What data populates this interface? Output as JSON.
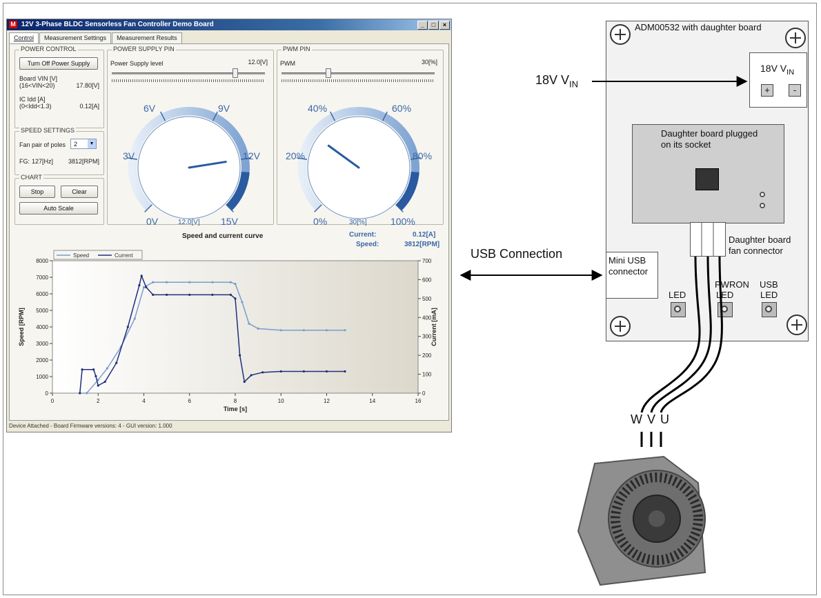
{
  "window": {
    "title": "12V 3-Phase BLDC Sensorless Fan Controller Demo Board",
    "tabs": [
      {
        "label": "Control",
        "active": true
      },
      {
        "label": "Measurement Settings",
        "active": false
      },
      {
        "label": "Measurement Results",
        "active": false
      }
    ],
    "status": "Device Attached - Board Firmware versions: 4 - GUI version: 1.000"
  },
  "power_control": {
    "legend": "POWER CONTROL",
    "button": "Turn Off Power Supply",
    "board_vin_label": "Board VIN [V]",
    "board_vin_range": "(16<VIN<20)",
    "board_vin_value": "17.80[V]",
    "ic_idd_label": "IC Idd [A]",
    "ic_idd_range": "(0<Idd<1.3)",
    "ic_idd_value": "0.12[A]"
  },
  "speed_settings": {
    "legend": "SPEED SETTINGS",
    "poles_label": "Fan pair of poles",
    "poles_value": "2",
    "fg_label": "FG:",
    "fg_hz": "127[Hz]",
    "fg_rpm": "3812[RPM]"
  },
  "chart_controls": {
    "legend": "CHART",
    "stop": "Stop",
    "clear": "Clear",
    "auto_scale": "Auto Scale"
  },
  "power_supply": {
    "legend": "POWER SUPPLY PIN",
    "level_label": "Power Supply level",
    "level_value": "12.0[V]",
    "level": 12.0,
    "min": 0,
    "max": 15,
    "gauge_labels": [
      "0V",
      "3V",
      "6V",
      "9V",
      "12V",
      "15V"
    ],
    "gauge_readout": "12.0[V]"
  },
  "pwm": {
    "legend": "PWM PIN",
    "label": "PWM",
    "value_text": "30[%]",
    "level": 30,
    "min": 0,
    "max": 100,
    "gauge_labels": [
      "0%",
      "20%",
      "40%",
      "60%",
      "80%",
      "100%"
    ],
    "gauge_readout": "30[%]"
  },
  "readouts": {
    "current_label": "Current:",
    "current_value": "0.12[A]",
    "speed_label": "Speed:",
    "speed_value": "3812[RPM]"
  },
  "chart_data": {
    "type": "line",
    "title": "Speed and current curve",
    "xlabel": "Time [s]",
    "ylabel": "Speed [RPM]",
    "y2label": "Current [mA]",
    "xlim": [
      0,
      16
    ],
    "ylim": [
      0,
      8000
    ],
    "y2lim": [
      0,
      700
    ],
    "xticks": [
      0,
      2,
      4,
      6,
      8,
      10,
      12,
      14,
      16
    ],
    "yticks": [
      0,
      1000,
      2000,
      3000,
      4000,
      5000,
      6000,
      7000,
      8000
    ],
    "y2ticks": [
      0,
      100,
      200,
      300,
      400,
      500,
      600,
      700
    ],
    "legend_position": "top-left",
    "series": [
      {
        "name": "Speed",
        "axis": "left",
        "color": "#7a9ccc",
        "x": [
          1.2,
          1.5,
          2.0,
          2.4,
          3.0,
          3.6,
          4.0,
          4.4,
          5.0,
          6.0,
          7.0,
          7.8,
          8.0,
          8.3,
          8.6,
          9.0,
          10,
          11,
          12,
          12.8
        ],
        "y": [
          0,
          0,
          800,
          1500,
          2800,
          4500,
          6400,
          6700,
          6700,
          6700,
          6700,
          6700,
          6600,
          5500,
          4200,
          3900,
          3800,
          3800,
          3800,
          3800
        ]
      },
      {
        "name": "Current",
        "axis": "right",
        "color": "#1f2f7a",
        "x": [
          1.2,
          1.3,
          1.8,
          1.9,
          2.0,
          2.3,
          2.8,
          3.3,
          3.8,
          3.9,
          4.1,
          4.4,
          5.0,
          6.0,
          7.0,
          7.8,
          8.0,
          8.2,
          8.4,
          8.7,
          9.2,
          10,
          11,
          12,
          12.8
        ],
        "y": [
          0,
          125,
          125,
          90,
          40,
          60,
          160,
          350,
          570,
          620,
          560,
          520,
          520,
          520,
          520,
          520,
          500,
          200,
          60,
          95,
          110,
          115,
          115,
          115,
          115
        ]
      }
    ]
  },
  "diagram": {
    "board_label": "ADM00532 with daughter board",
    "vin_label": "18V V",
    "vin_sub": "IN",
    "vin_box_label": "18V V",
    "vin_box_sub": "IN",
    "plus": "+",
    "minus": "-",
    "daughter_label_1": "Daughter board plugged",
    "daughter_label_2": "on its socket",
    "fan_conn_label_1": "Daughter board",
    "fan_conn_label_2": "fan connector",
    "usb_label": "USB Connection",
    "mini_usb_1": "Mini USB",
    "mini_usb_2": "connector",
    "led_label": "LED",
    "pwron_label_1": "PWRON",
    "pwron_label_2": "LED",
    "usb_led_1": "USB",
    "usb_led_2": "LED",
    "wires": "W V U"
  }
}
